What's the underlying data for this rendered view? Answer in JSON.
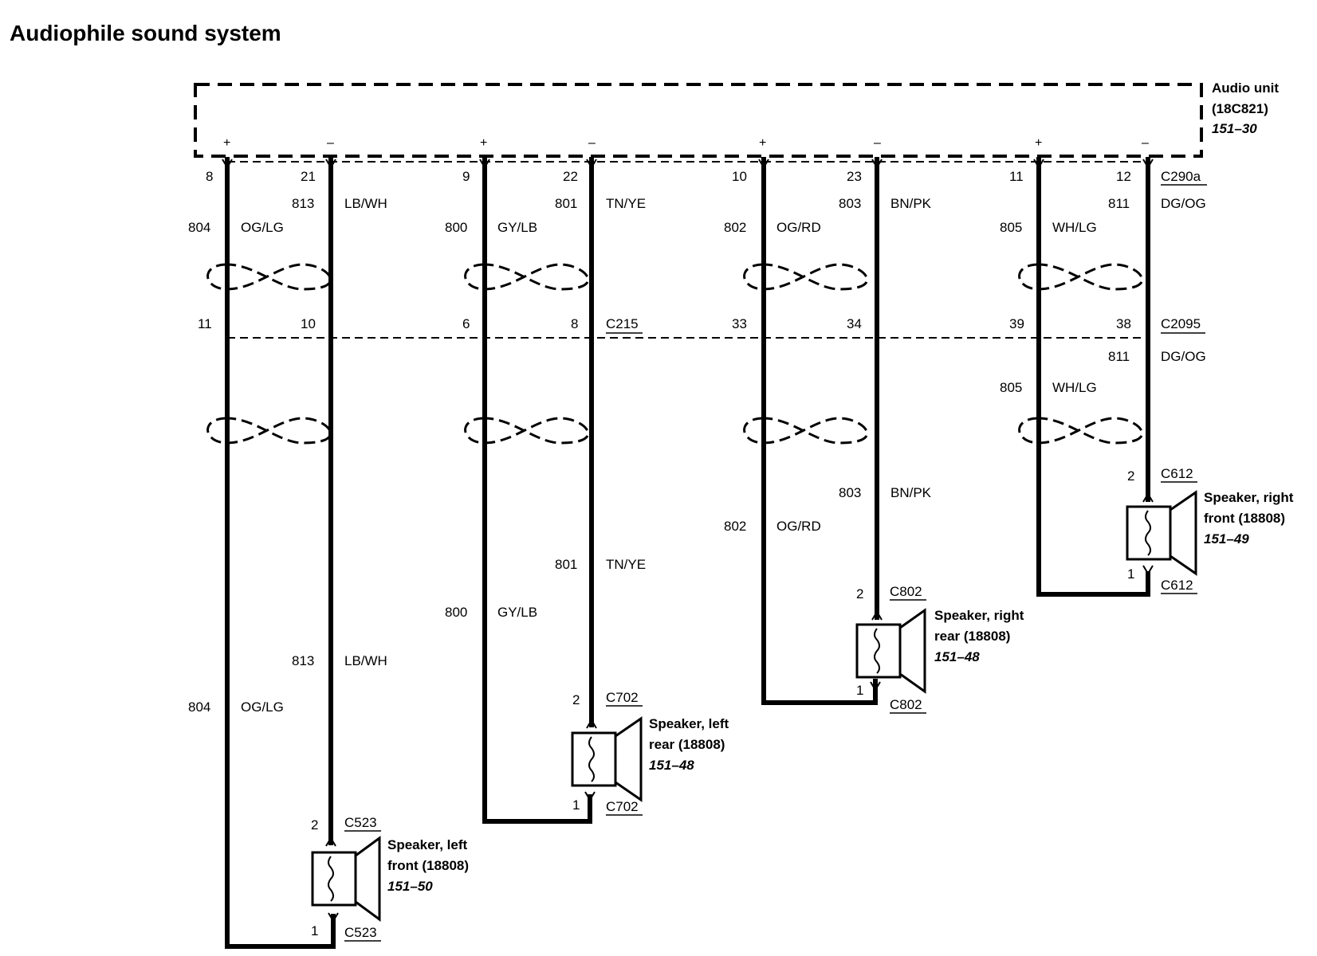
{
  "title": "Audiophile sound system",
  "audio_unit": {
    "name": "Audio unit",
    "part": "(18C821)",
    "ref": "151–30",
    "connector": "C290a",
    "polarity": [
      "+",
      "–",
      "+",
      "–",
      "+",
      "–",
      "+",
      "–"
    ]
  },
  "inline_connectors": {
    "c215": "C215",
    "c2095": "C2095"
  },
  "top_pins": [
    "8",
    "21",
    "9",
    "22",
    "10",
    "23",
    "11",
    "12"
  ],
  "mid_pins": [
    "11",
    "10",
    "6",
    "8",
    "33",
    "34",
    "39",
    "38"
  ],
  "top_circuits": [
    {
      "num": "804",
      "color": "OG/LG"
    },
    {
      "num": "813",
      "color": "LB/WH"
    },
    {
      "num": "800",
      "color": "GY/LB"
    },
    {
      "num": "801",
      "color": "TN/YE"
    },
    {
      "num": "802",
      "color": "OG/RD"
    },
    {
      "num": "803",
      "color": "BN/PK"
    },
    {
      "num": "805",
      "color": "WH/LG"
    },
    {
      "num": "811",
      "color": "DG/OG"
    }
  ],
  "bottom_circuits": [
    {
      "num": "804",
      "color": "OG/LG"
    },
    {
      "num": "813",
      "color": "LB/WH"
    },
    {
      "num": "800",
      "color": "GY/LB"
    },
    {
      "num": "801",
      "color": "TN/YE"
    },
    {
      "num": "802",
      "color": "OG/RD"
    },
    {
      "num": "803",
      "color": "BN/PK"
    },
    {
      "num": "805",
      "color": "WH/LG"
    },
    {
      "num": "811",
      "color": "DG/OG"
    }
  ],
  "speakers": [
    {
      "name1": "Speaker, left",
      "name2": "front (18808)",
      "ref": "151–50",
      "connector": "C523",
      "pin_top": "2",
      "pin_bottom": "1"
    },
    {
      "name1": "Speaker, left",
      "name2": "rear (18808)",
      "ref": "151–48",
      "connector": "C702",
      "pin_top": "2",
      "pin_bottom": "1"
    },
    {
      "name1": "Speaker, right",
      "name2": "rear (18808)",
      "ref": "151–48",
      "connector": "C802",
      "pin_top": "2",
      "pin_bottom": "1"
    },
    {
      "name1": "Speaker, right",
      "name2": "front (18808)",
      "ref": "151–49",
      "connector": "C612",
      "pin_top": "2",
      "pin_bottom": "1"
    }
  ]
}
